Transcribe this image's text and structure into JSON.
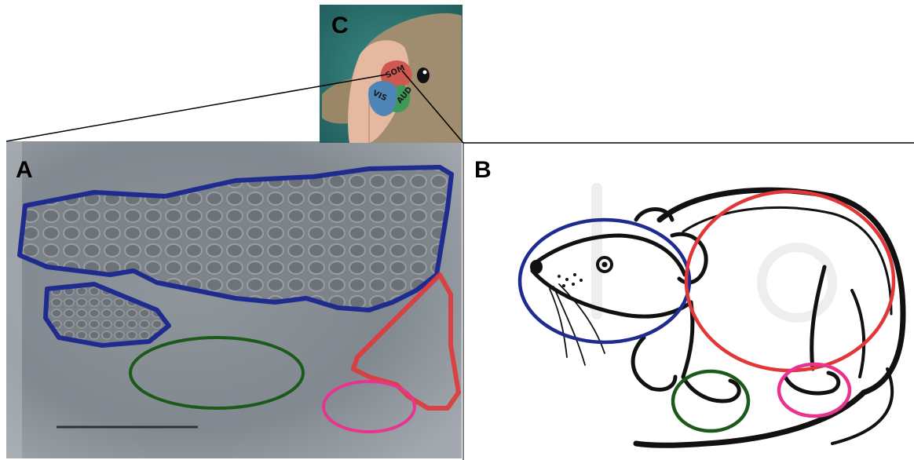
{
  "panels": {
    "a": {
      "letter": "A"
    },
    "b": {
      "letter": "B"
    },
    "c": {
      "letter": "C",
      "regions": {
        "som": "SOM",
        "vis": "VIS",
        "aud": "AUD"
      }
    }
  },
  "colors": {
    "cortex_background": "#8a9096",
    "face_region": "#1f2b8e",
    "body_region": "#e03838",
    "forepaw_region": "#1c5a1c",
    "hindpaw_region": "#e8338f",
    "brain_background": "#2f7a78",
    "som_area": "#d0584e",
    "vis_area": "#4f86b8",
    "aud_area": "#3e9a58"
  },
  "icons": {
    "panel_a": "cortex-micrograph",
    "panel_b": "rat-outline-drawing",
    "panel_c": "rat-brain-illustration",
    "scale_bar": "scale-bar"
  }
}
